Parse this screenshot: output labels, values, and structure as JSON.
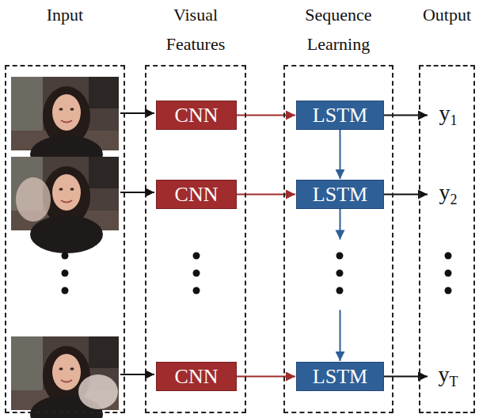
{
  "diagram": {
    "nodes": [
      {
        "text": [
          "Input"
        ]
      },
      {
        "text": [
          "Visual Features"
        ]
      },
      {
        "text": [
          "Sequence Learning"
        ]
      },
      {
        "text": [
          "Output"
        ]
      },
      {
        "text": [
          "CNN"
        ],
        "in": 1
      },
      {
        "text": [
          "CNN"
        ],
        "in": 1
      },
      {
        "text": [
          "CNN"
        ],
        "in": 1
      },
      {
        "text": [
          "LSTM"
        ],
        "in": 2
      },
      {
        "text": [
          "LSTM"
        ],
        "in": 2
      },
      {
        "text": [
          "LSTM"
        ],
        "in": 2
      },
      {
        "text": [
          "y1"
        ],
        "in": 3
      },
      {
        "text": [
          "y2"
        ],
        "in": 3
      },
      {
        "text": [
          "yT"
        ],
        "in": 3
      }
    ],
    "edges": [
      {
        "from": 4,
        "to": 7,
        "arrow": "to"
      },
      {
        "from": 5,
        "to": 8,
        "arrow": "to"
      },
      {
        "from": 6,
        "to": 9,
        "arrow": "to"
      },
      {
        "from": 7,
        "to": 10,
        "arrow": "to"
      },
      {
        "from": 8,
        "to": 11,
        "arrow": "to"
      },
      {
        "from": 9,
        "to": 12,
        "arrow": "to"
      },
      {
        "from": 7,
        "to": 8,
        "arrow": "to"
      },
      {
        "from": 8,
        "to": 9,
        "arrow": "to"
      }
    ]
  }
}
